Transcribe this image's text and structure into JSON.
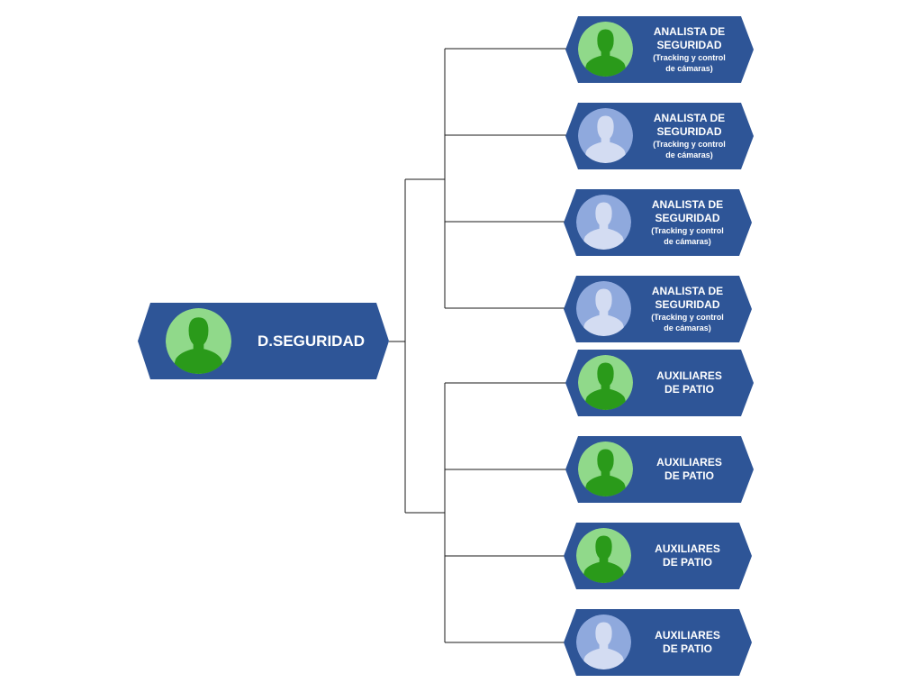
{
  "colors": {
    "node_fill": "#2e5597",
    "text": "#ffffff",
    "connector": "#1a1a1a",
    "avatar_active_bg": "#90d98a",
    "avatar_active_fg": "#2a9a1a",
    "avatar_vacant_bg": "#8fa9dd",
    "avatar_vacant_fg": "#d3dcf2"
  },
  "root": {
    "title": "D.SEGURIDAD",
    "avatar_status": "active"
  },
  "nodes": [
    {
      "title": "ANALISTA DE\nSEGURIDAD",
      "subtitle": "(Tracking y control\nde cámaras)",
      "avatar_status": "active"
    },
    {
      "title": "ANALISTA DE\nSEGURIDAD",
      "subtitle": "(Tracking y control\nde cámaras)",
      "avatar_status": "vacant"
    },
    {
      "title": "ANALISTA DE\nSEGURIDAD",
      "subtitle": "(Tracking y control\nde cámaras)",
      "avatar_status": "vacant"
    },
    {
      "title": "ANALISTA DE\nSEGURIDAD",
      "subtitle": "(Tracking y control\nde cámaras)",
      "avatar_status": "vacant"
    },
    {
      "title": "AUXILIARES\nDE PATIO",
      "subtitle": "",
      "avatar_status": "active"
    },
    {
      "title": "AUXILIARES\nDE PATIO",
      "subtitle": "",
      "avatar_status": "active"
    },
    {
      "title": "AUXILIARES\nDE PATIO",
      "subtitle": "",
      "avatar_status": "active"
    },
    {
      "title": "AUXILIARES\nDE PATIO",
      "subtitle": "",
      "avatar_status": "vacant"
    }
  ]
}
